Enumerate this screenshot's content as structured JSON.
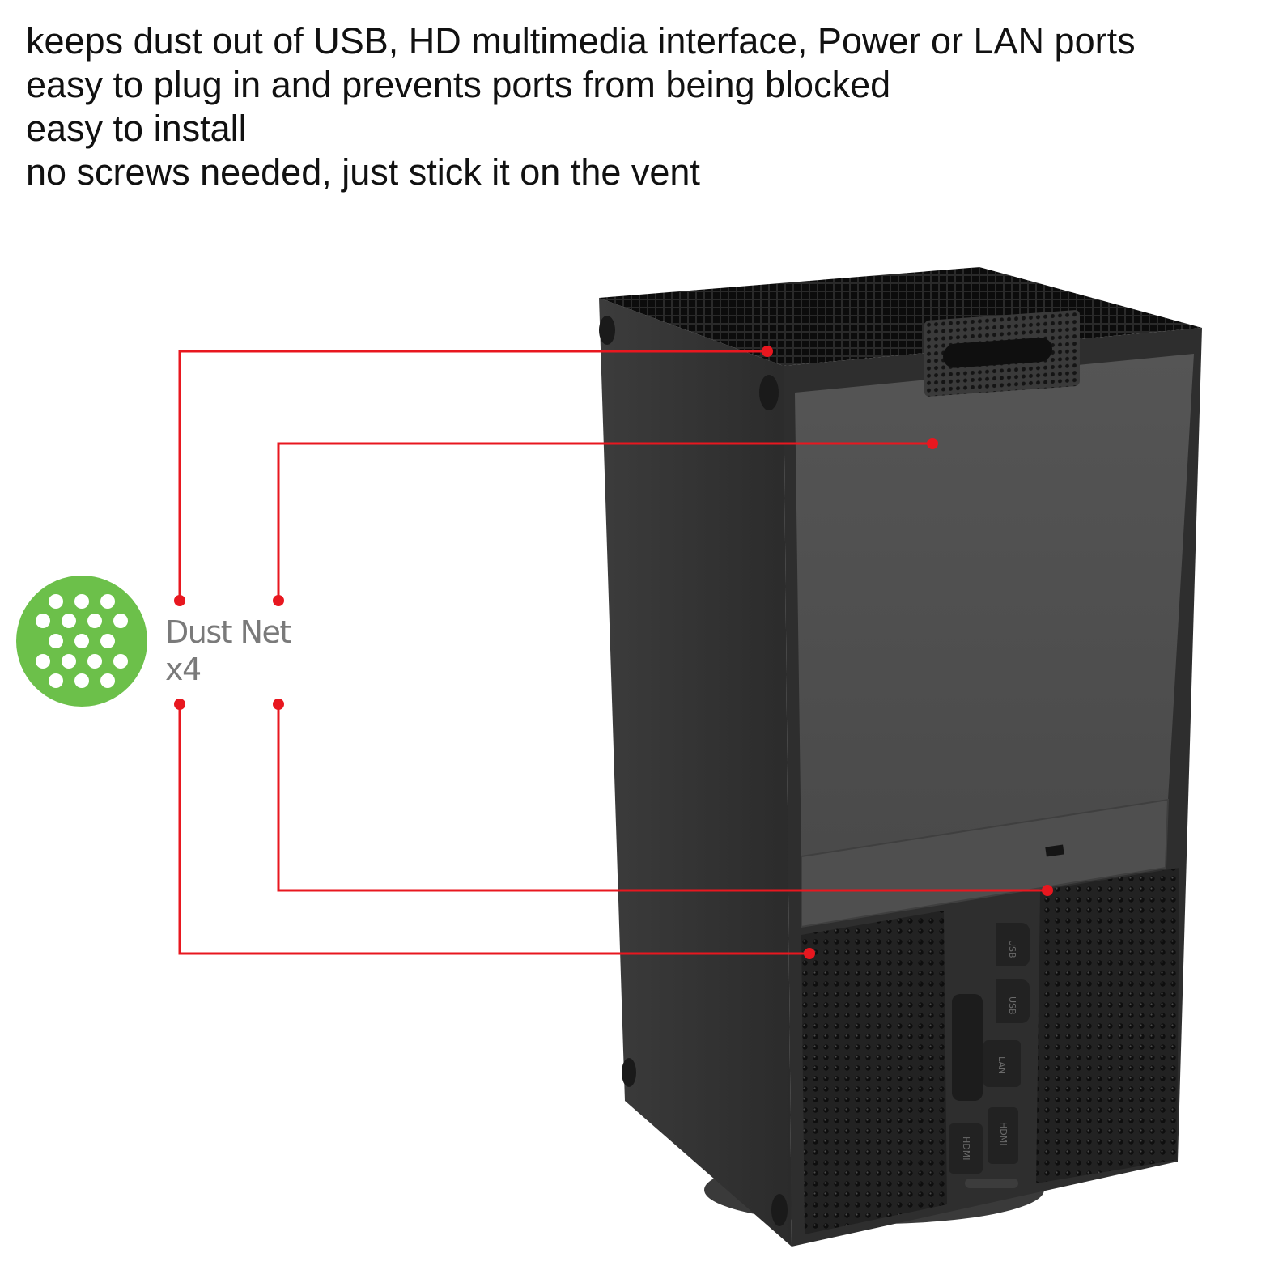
{
  "features": [
    "keeps dust out of USB, HD multimedia interface, Power or LAN ports",
    "easy to plug in and prevents ports from being blocked",
    "easy to install",
    "no screws needed, just stick it on the vent"
  ],
  "accessory": {
    "name": "Dust Net",
    "quantity": "x4",
    "color": "#6cc04a"
  },
  "callout_color": "#e8171f",
  "console_ports": [
    "USB",
    "USB",
    "LAN",
    "HDMI",
    "HDMI"
  ]
}
